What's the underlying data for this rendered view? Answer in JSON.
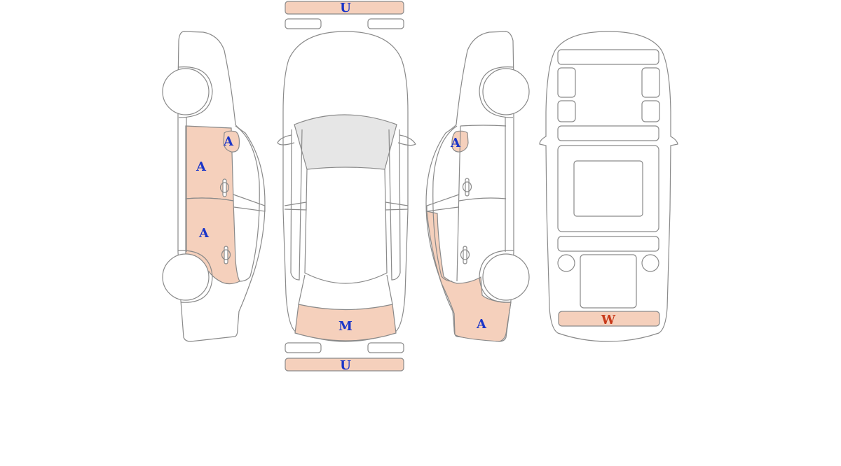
{
  "colors": {
    "damage_fill": "#f5d0bc",
    "outline": "#8a8a8a",
    "glass": "#e6e6e6",
    "label_blue": "#1a35c8",
    "label_red": "#c8391a"
  },
  "labels": {
    "front_bumper": "U",
    "rear_bumper": "U",
    "left_front_door": "A",
    "left_rear_door": "A",
    "left_mirror": "A",
    "right_mirror": "A",
    "right_rear_quarter": "A",
    "trunk_lid": "M",
    "rear_panel": "W"
  }
}
